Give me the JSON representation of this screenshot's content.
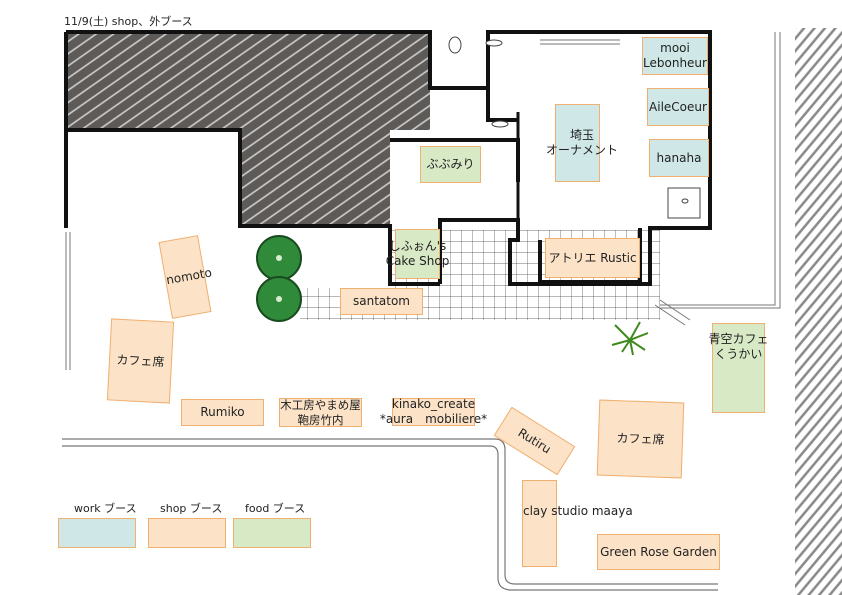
{
  "title": "11/9(土) shop、外ブース",
  "colors": {
    "work": "#cfe7e7",
    "shop": "#fce3c8",
    "food": "#d8e9c6",
    "border": "#f0b070"
  },
  "booths": {
    "mooi": "mooi\nLebonheur",
    "ailecoeur": "AileCoeur",
    "hanaha": "hanaha",
    "saitama": "埼玉\nオーナメント",
    "bubumiri": "ぶぶみり",
    "chiffon": "しふぉん's\nCake Shop",
    "rustic": "アトリエ Rustic",
    "santatom": "santatom",
    "nomoto": "nomoto",
    "cafe_left": "カフェ席",
    "rumiko": "Rumiko",
    "mokkobo": "木工房やまめ屋\n鞄房竹内",
    "kinako": "kinako_create\n*aura　mobiliere*",
    "rutiru": "Rutiru",
    "cafe_right": "カフェ席",
    "clay": "clay studio maaya",
    "green_rose": "Green Rose Garden",
    "aozora": "青空カフェ\nくうかい"
  },
  "legend": [
    {
      "label": "work ブース",
      "type": "work"
    },
    {
      "label": "shop ブース",
      "type": "shop"
    },
    {
      "label": "food ブース",
      "type": "food"
    }
  ]
}
